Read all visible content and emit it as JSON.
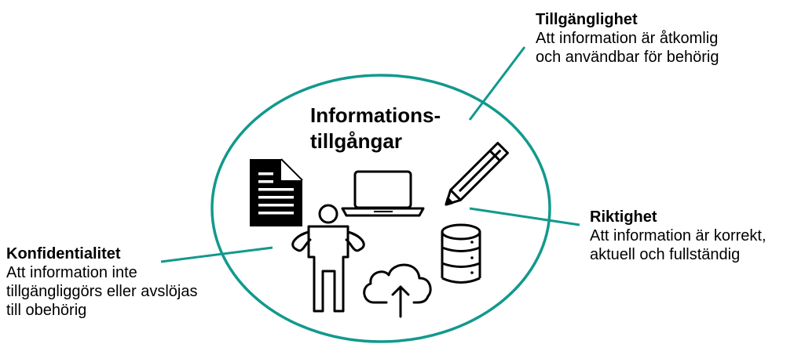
{
  "colors": {
    "accent": "#12998d",
    "ink": "#000000"
  },
  "center": {
    "line1": "Informations-",
    "line2": "tillgångar"
  },
  "availability": {
    "title": "Tillgänglighet",
    "lines": [
      "Att information är åtkomlig",
      "och användbar för behörig"
    ]
  },
  "integrity": {
    "title": "Riktighet",
    "lines": [
      "Att information är korrekt,",
      "aktuell och fullständig"
    ]
  },
  "confidentiality": {
    "title": "Konfidentialitet",
    "lines": [
      "Att information inte",
      "tillgängliggörs eller avslöjas",
      "till obehörig"
    ]
  },
  "icons": [
    "document-icon",
    "laptop-icon",
    "pencil-icon",
    "person-icon",
    "database-icon",
    "cloud-upload-icon"
  ]
}
